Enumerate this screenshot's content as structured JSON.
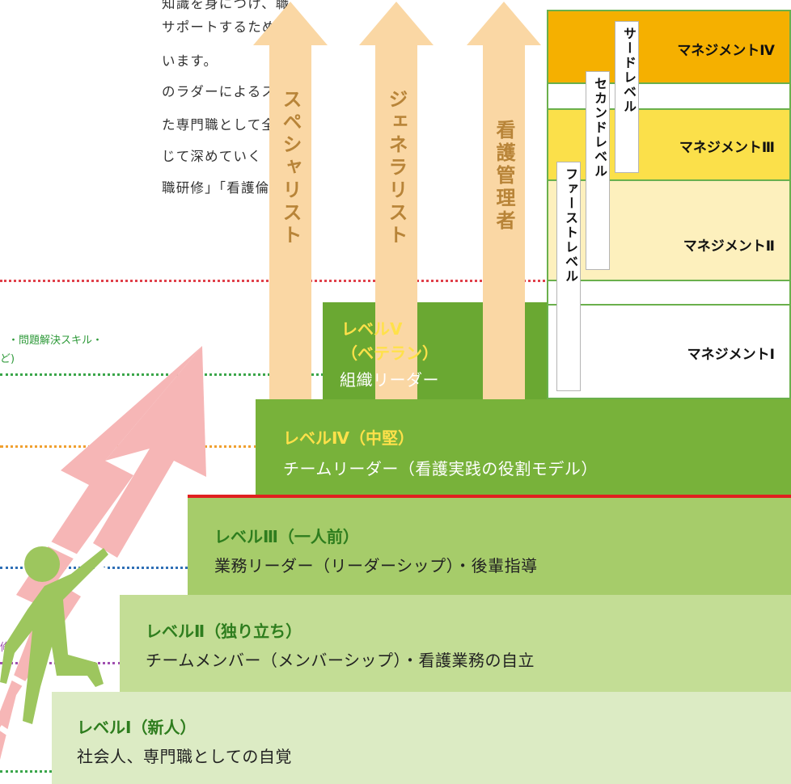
{
  "intro_lines": [
    "知識を身につけ、職",
    "サポートするための教",
    "います。",
    "のラダーによるステッ",
    "た専門職として全看護",
    "じて深めていく「看",
    "職研修」「看護倫理」"
  ],
  "side_notes": {
    "skills": "・問題解決スキル・",
    "skills_end": "ど)",
    "cut_char": "修"
  },
  "career_paths": [
    {
      "label": "スペシャリスト"
    },
    {
      "label": "ジェネラリスト"
    },
    {
      "label": "看護管理者"
    }
  ],
  "levels": [
    {
      "title": "レベルⅤ\n（ベテラン）",
      "desc": "組織リーダー",
      "title_color": "#ffe14a"
    },
    {
      "title": "レベルⅣ（中堅）",
      "desc": "チームリーダー（看護実践の役割モデル）",
      "title_color": "#ffe14a"
    },
    {
      "title": "レベルⅢ（一人前）",
      "desc": "業務リーダー（リーダーシップ）・後輩指導",
      "title_color": "#2e7d1e"
    },
    {
      "title": "レベルⅡ（独り立ち）",
      "desc": "チームメンバー（メンバーシップ）・看護業務の自立",
      "title_color": "#2e7d1e"
    },
    {
      "title": "レベルⅠ（新人）",
      "desc": "社会人、専門職としての自覚",
      "title_color": "#2e7d1e"
    }
  ],
  "management": {
    "rows": [
      {
        "label": "マネジメントⅣ",
        "color": "#f5b000"
      },
      {
        "label": "マネジメントⅢ",
        "color": "#fbe04a"
      },
      {
        "label": "マネジメントⅡ",
        "color": "#fdf0bd"
      },
      {
        "label": "マネジメントⅠ",
        "color": "#ffffff"
      }
    ],
    "tabs": [
      {
        "label": "サードレベル"
      },
      {
        "label": "セカンドレベル"
      },
      {
        "label": "ファーストレベル"
      }
    ]
  },
  "colors": {
    "dot_red": "#e0404a",
    "dot_orange": "#f0a030",
    "dot_green": "#3aa64a",
    "dot_blue": "#2f6fb6",
    "dot_purple": "#a050b0",
    "step_green": "#6aa832",
    "arrow_pink": "#f6b6b6",
    "person_green": "#9dc65e",
    "divider_red": "#e02020"
  }
}
